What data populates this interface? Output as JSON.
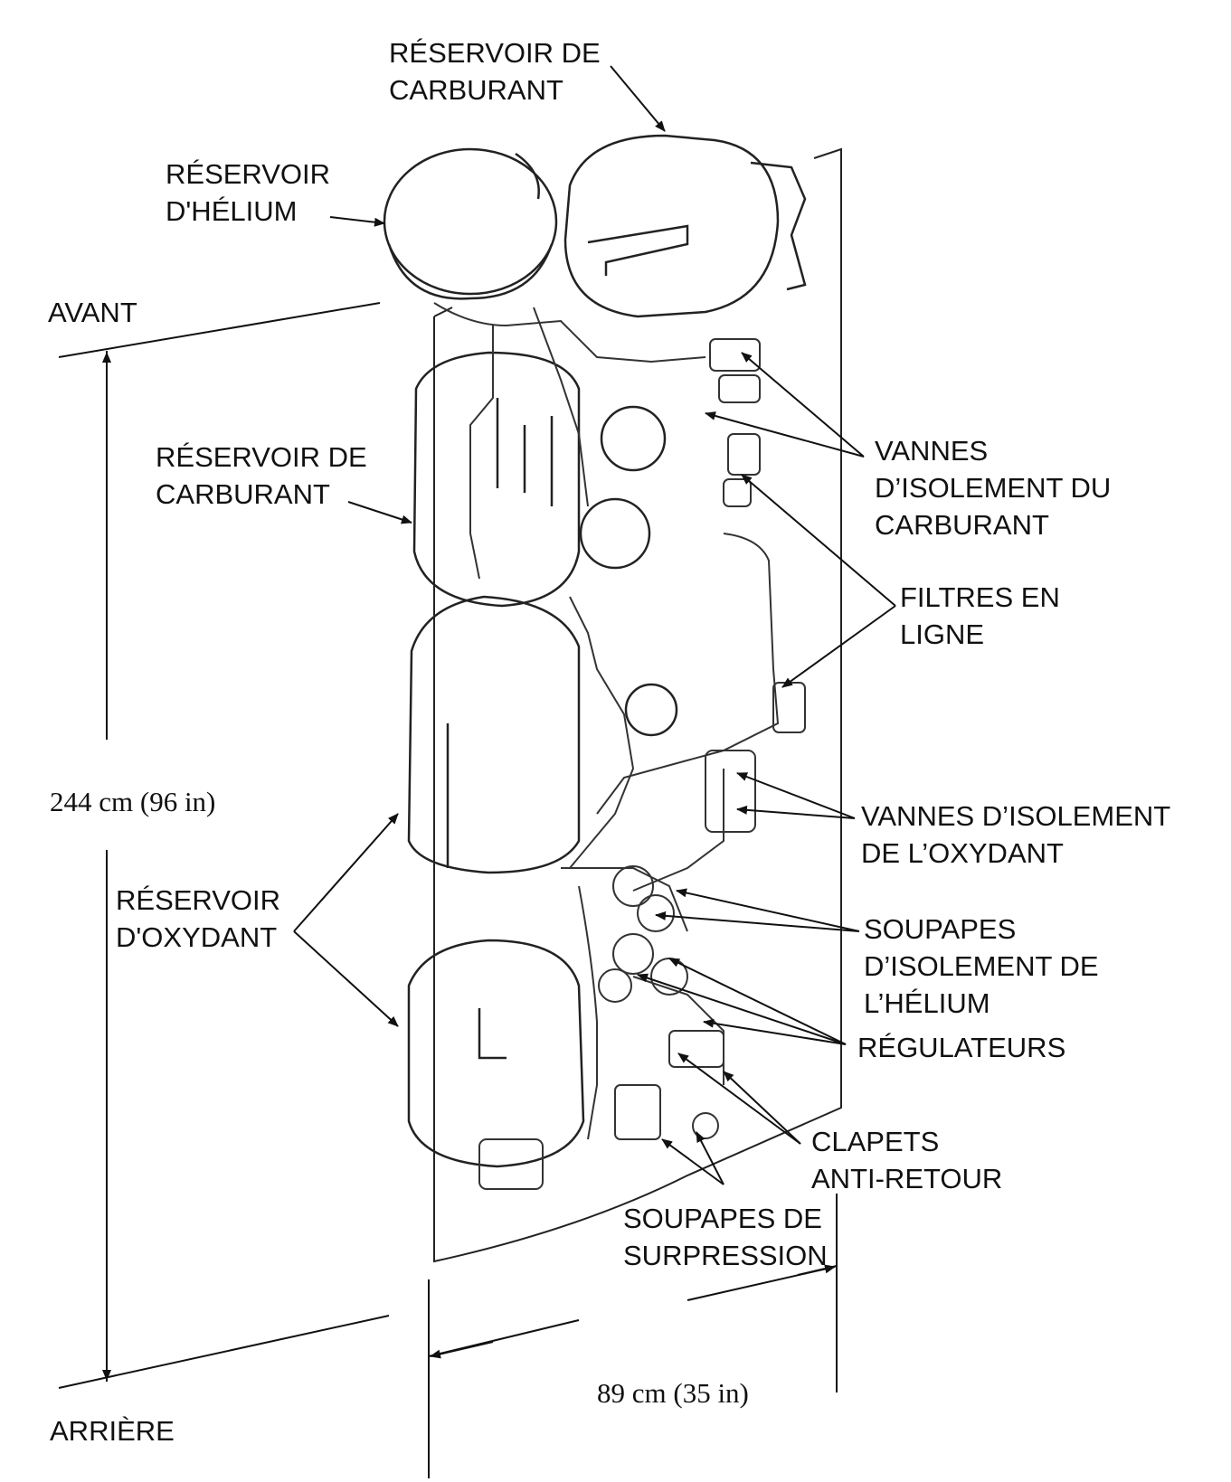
{
  "colors": {
    "ink": "#111111",
    "background": "#ffffff"
  },
  "labels": {
    "fuel_tank_top": "RÉSERVOIR DE\nCARBURANT",
    "helium_tank": "RÉSERVOIR\nD'HÉLIUM",
    "front": "AVANT",
    "fuel_tank_side": "RÉSERVOIR DE\nCARBURANT",
    "fuel_isolation_valves": "VANNES\nD’ISOLEMENT DU\nCARBURANT",
    "inline_filters": "FILTRES EN\nLIGNE",
    "height_dimension": "244 cm (96 in)",
    "oxidizer_isolation_valves": "VANNES D’ISOLEMENT\nDE L’OXYDANT",
    "oxidizer_tank": "RÉSERVOIR\nD'OXYDANT",
    "helium_isolation_valves": "SOUPAPES\nD’ISOLEMENT DE\nL’HÉLIUM",
    "regulators": "RÉGULATEURS",
    "check_valves": "CLAPETS\nANTI-RETOUR",
    "relief_valves": "SOUPAPES DE\nSURPRESSION",
    "width_dimension": "89 cm (35 in)",
    "rear": "ARRIÈRE"
  }
}
